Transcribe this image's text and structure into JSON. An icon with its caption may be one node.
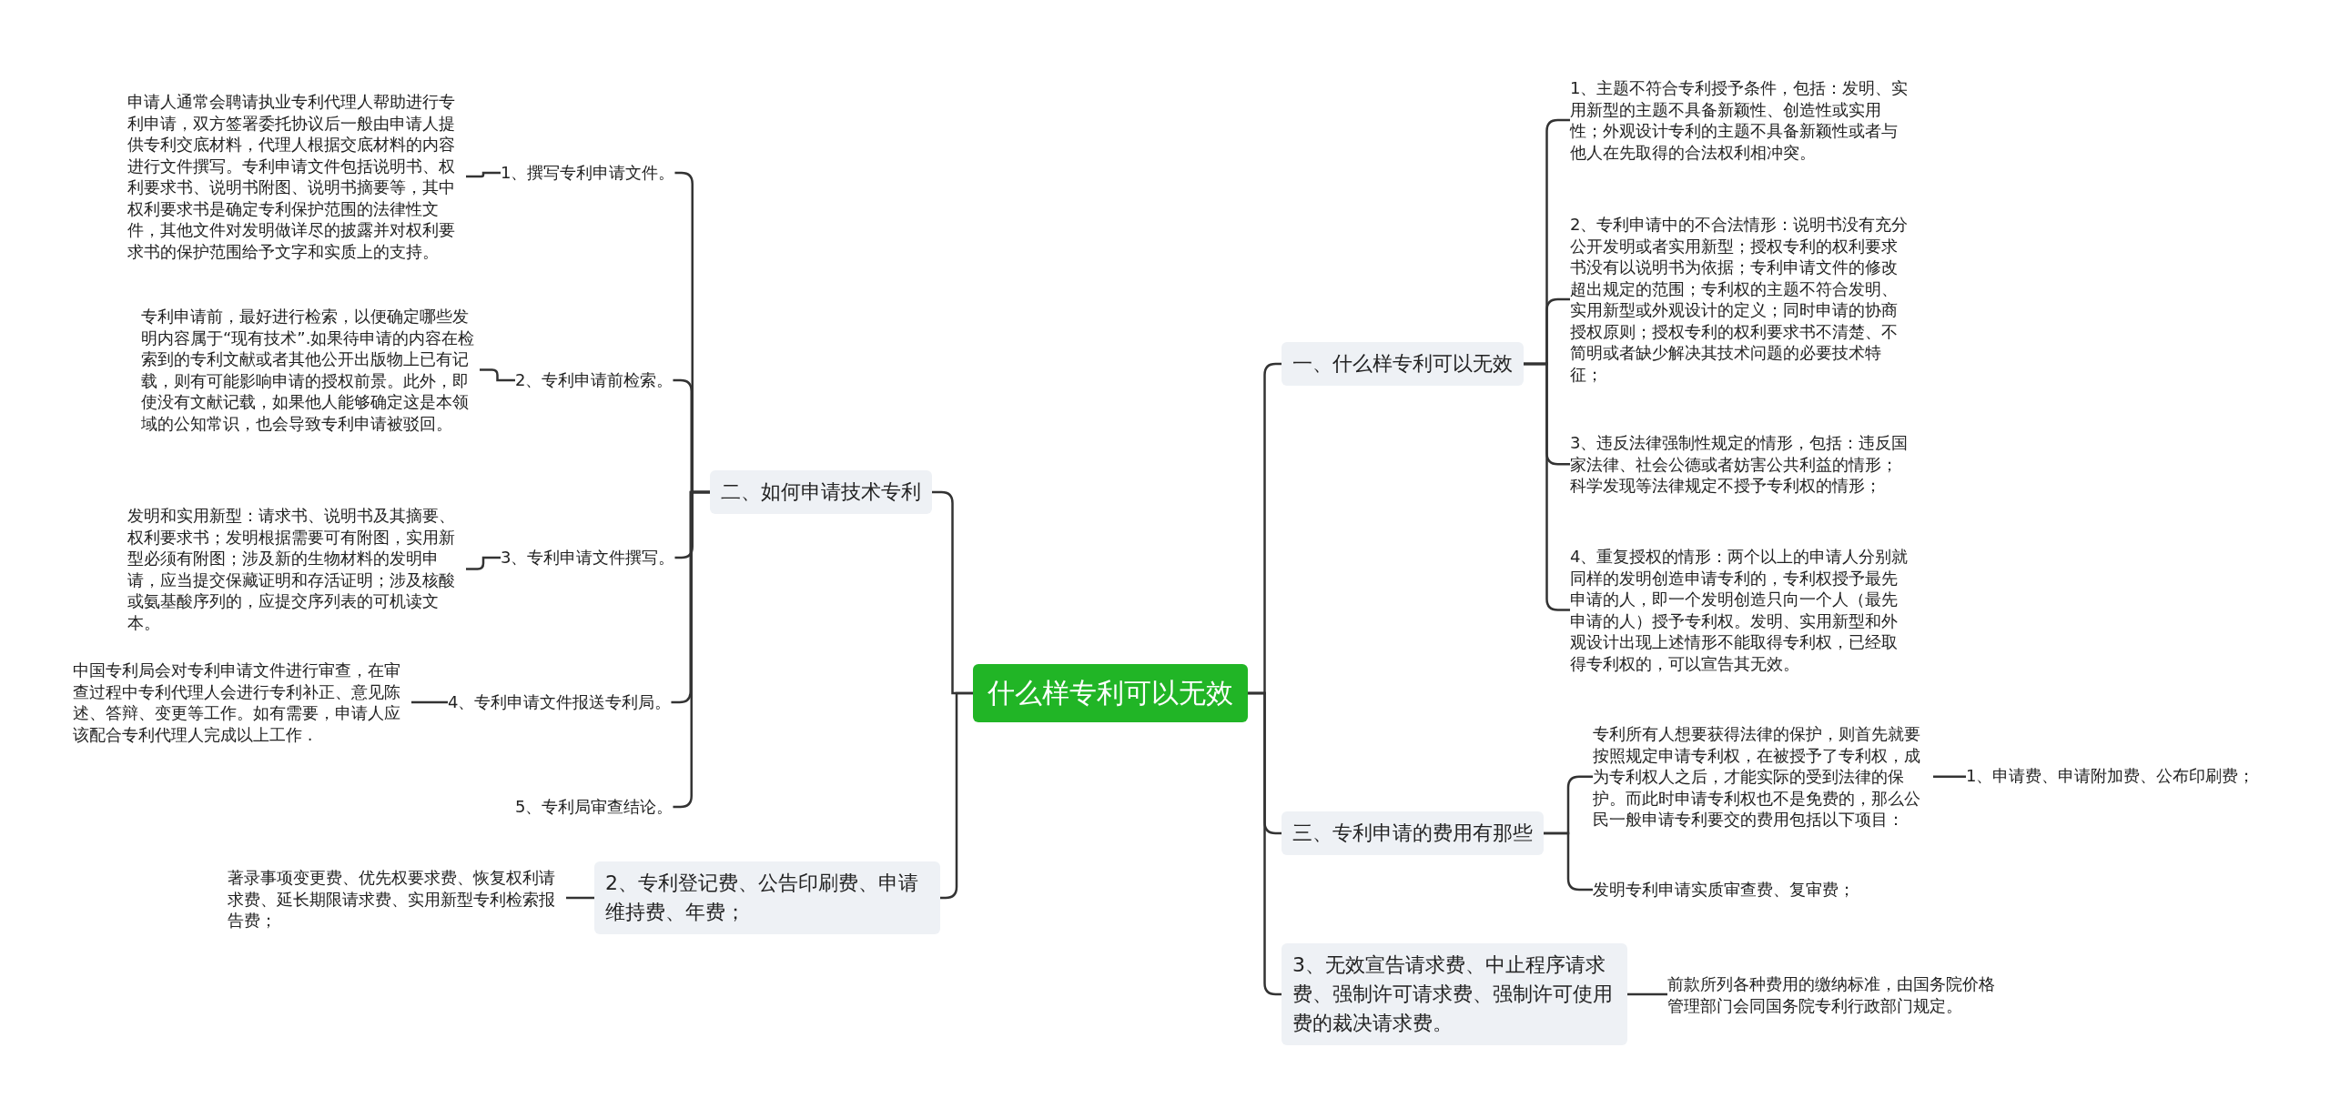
{
  "diagram": {
    "nodes": [
      {
        "text": [
          "什么样专利可以无效"
        ]
      },
      {
        "text": [
          "二、如何申请技术专利"
        ]
      },
      {
        "text": [
          "1、撰写专利申请文件。"
        ]
      },
      {
        "text": [
          "申请人通常会聘请执业专利代理人帮助进行专利申请，双方签署委托协议后一般由申请人提供专利交底材料，代理人根据交底材料的内容进行文件撰写。专利申请文件包括说明书、权利要求书、说明书附图、说明书摘要等，其中权利要求书是确定专利保护范围的法律性文件，其他文件对发明做详尽的披露并对权利要求书的保护范围给予文字和实质上的支持。"
        ]
      },
      {
        "text": [
          "2、专利申请前检索。"
        ]
      },
      {
        "text": [
          "专利申请前，最好进行检索，以便确定哪些发明内容属于“现有技术”.如果待申请的内容在检索到的专利文献或者其他公开出版物上已有记载，则有可能影响申请的授权前景。此外，即使没有文献记载，如果他人能够确定这是本领域的公知常识，也会导致专利申请被驳回。"
        ]
      },
      {
        "text": [
          "3、专利申请文件撰写。"
        ]
      },
      {
        "text": [
          "发明和实用新型：请求书、说明书及其摘要、权利要求书；发明根据需要可有附图，实用新型必须有附图；涉及新的生物材料的发明申请，应当提交保藏证明和存活证明；涉及核酸或氨基酸序列的，应提交序列表的可机读文本。"
        ]
      },
      {
        "text": [
          "4、专利申请文件报送专利局。"
        ]
      },
      {
        "text": [
          "中国专利局会对专利申请文件进行审查，在审查过程中专利代理人会进行专利补正、意见陈述、答辩、变更等工作。如有需要，申请人应该配合专利代理人完成以上工作 ."
        ]
      },
      {
        "text": [
          "5、专利局审查结论。"
        ]
      },
      {
        "text": [
          "2、专利登记费、公告印刷费、申请维持费、年费；"
        ]
      },
      {
        "text": [
          "著录事项变更费、优先权要求费、恢复权利请求费、延长期限请求费、实用新型专利检索报告费；"
        ]
      },
      {
        "text": [
          "一、什么样专利可以无效"
        ]
      },
      {
        "text": [
          "1、主题不符合专利授予条件，包括：发明、实用新型的主题不具备新颖性、创造性或实用性；外观设计专利的主题不具备新颖性或者与他人在先取得的合法权利相冲突。"
        ]
      },
      {
        "text": [
          "2、专利申请中的不合法情形：说明书没有充分公开发明或者实用新型；授权专利的权利要求书没有以说明书为依据；专利申请文件的修改超出规定的范围；专利权的主题不符合发明、实用新型或外观设计的定义；同时申请的协商授权原则；授权专利的权利要求书不清楚、不简明或者缺少解决其技术问题的必要技术特征；"
        ]
      },
      {
        "text": [
          "3、违反法律强制性规定的情形，包括：违反国家法律、社会公德或者妨害公共利益的情形；科学发现等法律规定不授予专利权的情形；"
        ]
      },
      {
        "text": [
          "4、重复授权的情形：两个以上的申请人分别就同样的发明创造申请专利的，专利权授予最先申请的人，即一个发明创造只向一个人（最先申请的人）授予专利权。发明、实用新型和外观设计出现上述情形不能取得专利权，已经取得专利权的，可以宣告其无效。"
        ]
      },
      {
        "text": [
          "三、专利申请的费用有那些"
        ]
      },
      {
        "text": [
          "专利所有人想要获得法律的保护，则首先就要按照规定申请专利权，在被授予了专利权，成为专利权人之后，才能实际的受到法律的保护。而此时申请专利权也不是免费的，那么公民一般申请专利要交的费用包括以下项目："
        ]
      },
      {
        "text": [
          "1、申请费、申请附加费、公布印刷费；"
        ]
      },
      {
        "text": [
          "发明专利申请实质审查费、复审费；"
        ]
      },
      {
        "text": [
          "3、无效宣告请求费、中止程序请求费、强制许可请求费、强制许可使用费的裁决请求费。"
        ]
      },
      {
        "text": [
          "前款所列各种费用的缴纳标准，由国务院价格管理部门会同国务院专利行政部门规定。"
        ]
      }
    ],
    "edges": [
      {
        "from": 0,
        "to": 1,
        "arrow": "none"
      },
      {
        "from": 0,
        "to": 11,
        "arrow": "none"
      },
      {
        "from": 0,
        "to": 13,
        "arrow": "none"
      },
      {
        "from": 0,
        "to": 18,
        "arrow": "none"
      },
      {
        "from": 0,
        "to": 22,
        "arrow": "none"
      },
      {
        "from": 1,
        "to": 2,
        "arrow": "none"
      },
      {
        "from": 1,
        "to": 4,
        "arrow": "none"
      },
      {
        "from": 1,
        "to": 6,
        "arrow": "none"
      },
      {
        "from": 1,
        "to": 8,
        "arrow": "none"
      },
      {
        "from": 1,
        "to": 10,
        "arrow": "none"
      },
      {
        "from": 2,
        "to": 3,
        "arrow": "none"
      },
      {
        "from": 4,
        "to": 5,
        "arrow": "none"
      },
      {
        "from": 6,
        "to": 7,
        "arrow": "none"
      },
      {
        "from": 8,
        "to": 9,
        "arrow": "none"
      },
      {
        "from": 11,
        "to": 12,
        "arrow": "none"
      },
      {
        "from": 13,
        "to": 14,
        "arrow": "none"
      },
      {
        "from": 13,
        "to": 15,
        "arrow": "none"
      },
      {
        "from": 13,
        "to": 16,
        "arrow": "none"
      },
      {
        "from": 13,
        "to": 17,
        "arrow": "none"
      },
      {
        "from": 18,
        "to": 19,
        "arrow": "none"
      },
      {
        "from": 18,
        "to": 21,
        "arrow": "none"
      },
      {
        "from": 19,
        "to": 20,
        "arrow": "none"
      },
      {
        "from": 22,
        "to": 23,
        "arrow": "none"
      }
    ]
  }
}
